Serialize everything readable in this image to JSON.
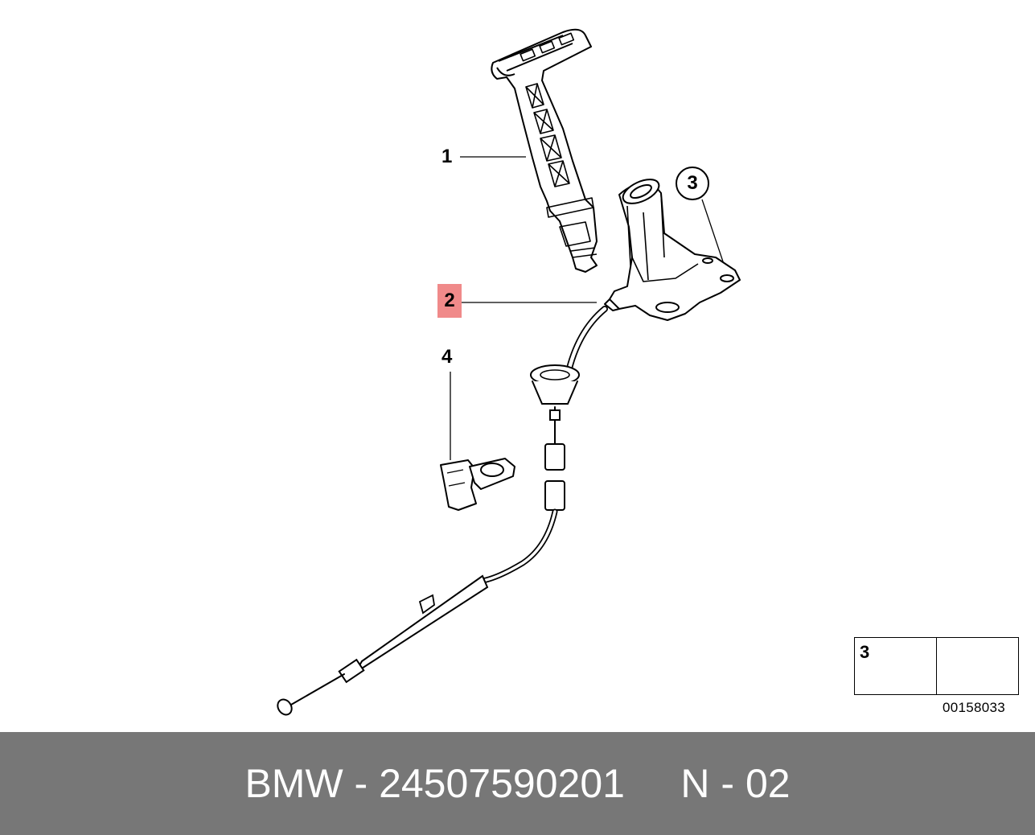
{
  "callouts": {
    "item1": "1",
    "item2": "2",
    "item3": "3",
    "item4": "4"
  },
  "legend": {
    "number": "3",
    "icons": [
      "nut-icon",
      "arrow-icon"
    ]
  },
  "diagram_code": "00158033",
  "footer": {
    "text": "BMW - 24507590201     N - 02"
  },
  "colors": {
    "footer_background": "#777777",
    "footer_text": "#ffffff",
    "highlight": "#f08a8a",
    "line": "#000000"
  }
}
